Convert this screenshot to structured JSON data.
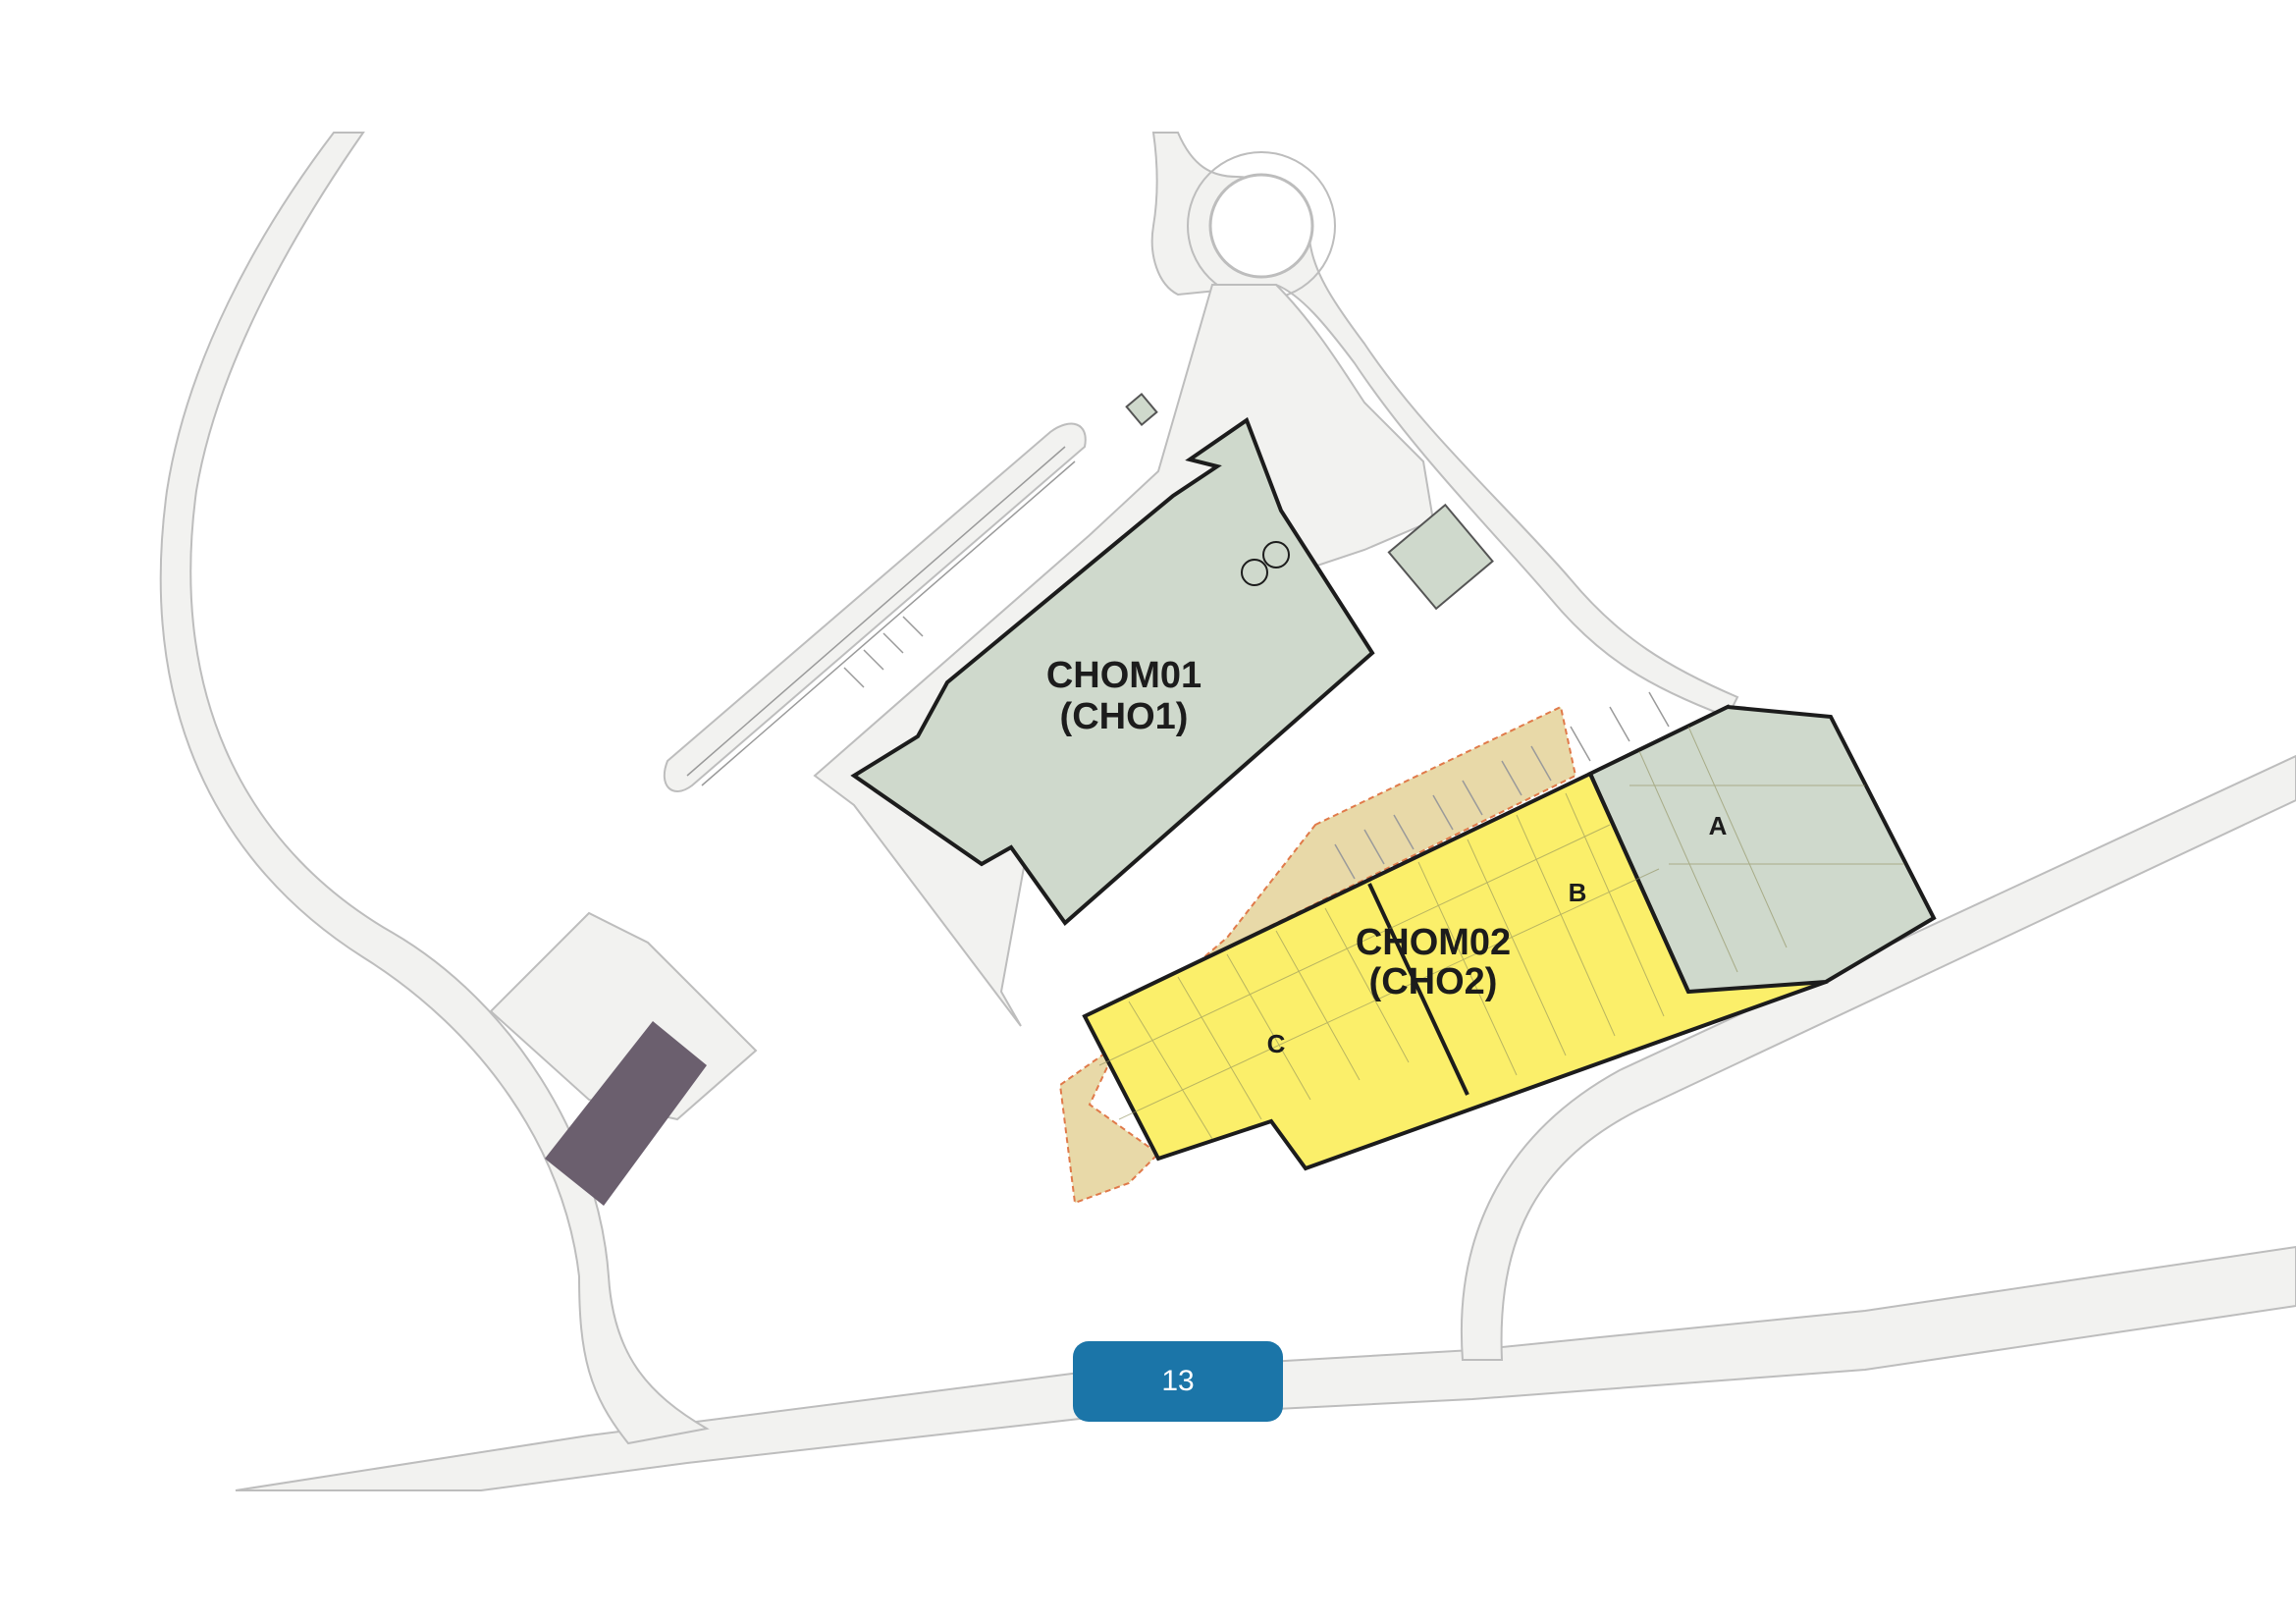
{
  "buildings": {
    "chom01": {
      "line1": "CHOM01",
      "line2": "(CHO1)"
    },
    "chom02": {
      "line1": "CHOM02",
      "line2": "(CHO2)"
    }
  },
  "units": {
    "a": "A",
    "b": "B",
    "c": "C"
  },
  "page": {
    "number": "13"
  },
  "colors": {
    "existing_building": "#cfd9cc",
    "new_building": "#fbef6a",
    "yard": "#e8d9a8",
    "other_building": "#6b5f6e",
    "page_badge": "#1b75a8"
  }
}
